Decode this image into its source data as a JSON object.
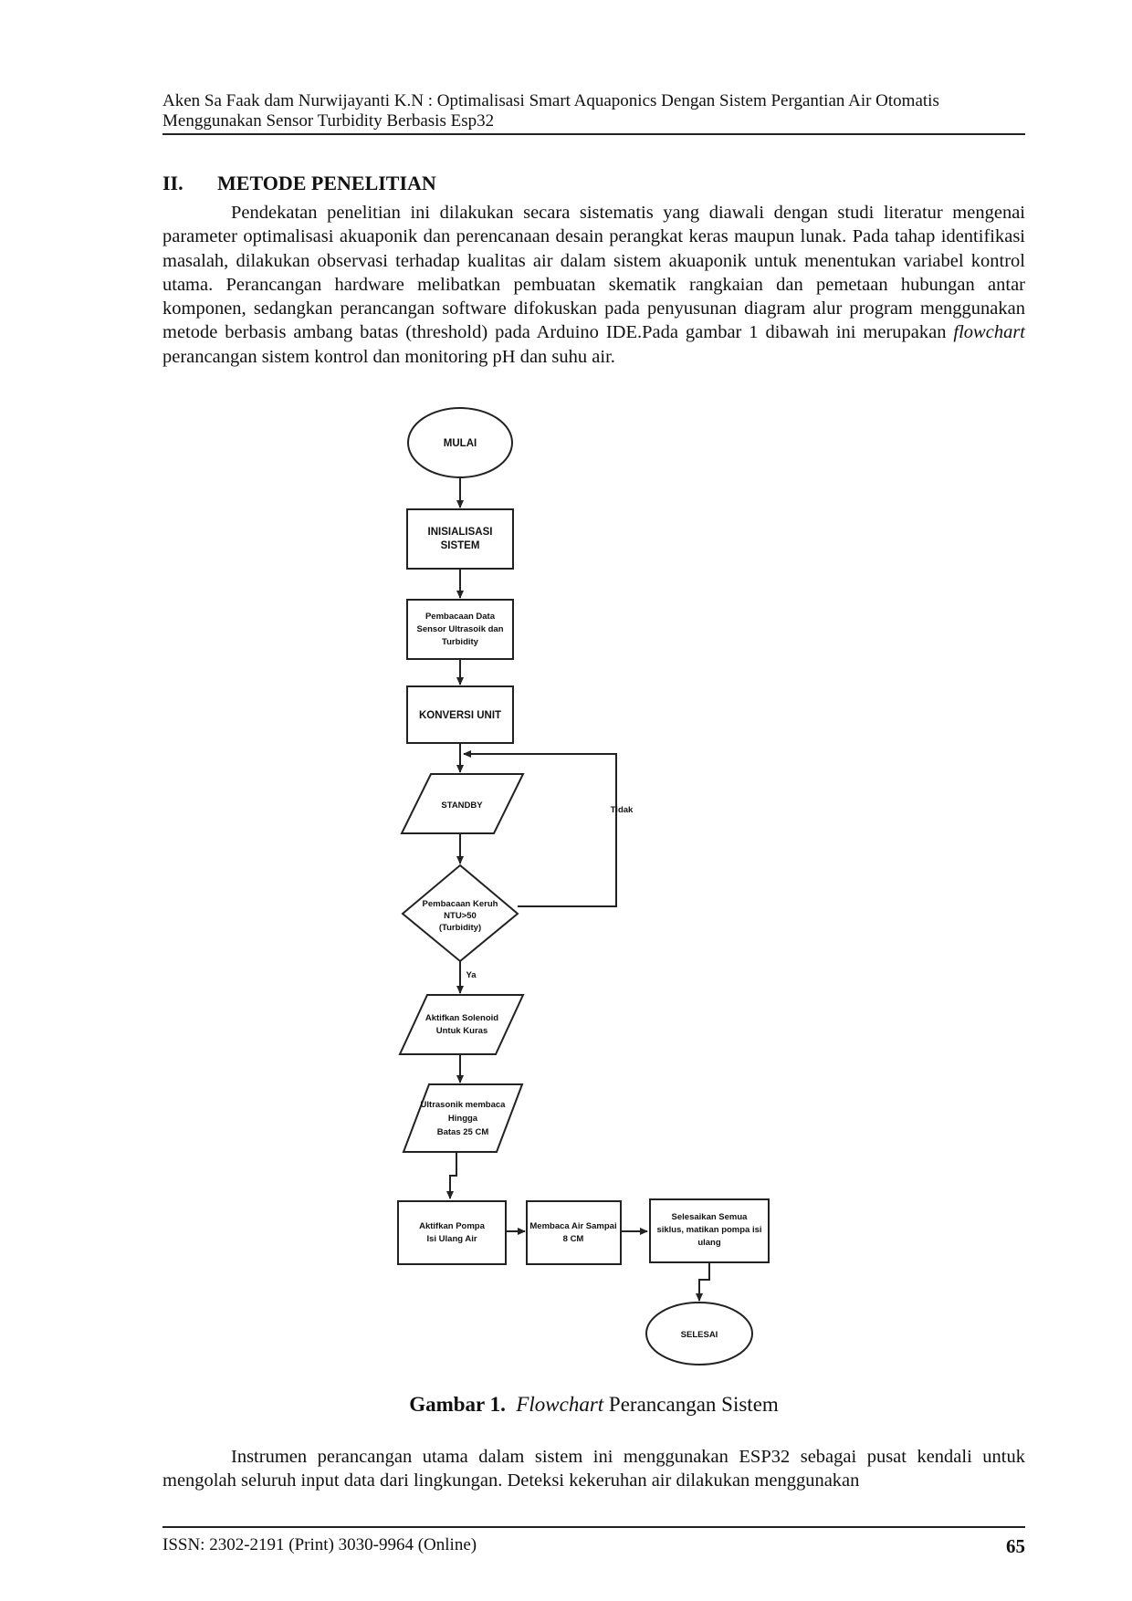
{
  "header": {
    "line1": "Aken Sa Faak dam Nurwijayanti K.N : Optimalisasi Smart Aquaponics Dengan Sistem Pergantian Air Otomatis",
    "line2": "Menggunakan Sensor Turbidity Berbasis Esp32"
  },
  "section": {
    "number": "II.",
    "title": "METODE PENELITIAN"
  },
  "paragraph1": {
    "before_italic": "Pendekatan penelitian ini dilakukan secara sistematis yang diawali dengan studi literatur mengenai parameter optimalisasi akuaponik dan perencanaan desain perangkat keras maupun lunak. Pada tahap identifikasi masalah, dilakukan observasi terhadap kualitas air dalam sistem akuaponik untuk menentukan variabel kontrol utama. Perancangan hardware melibatkan pembuatan skematik rangkaian dan pemetaan hubungan antar komponen, sedangkan perancangan software difokuskan pada penyusunan diagram alur program menggunakan metode berbasis ambang batas (threshold) pada Arduino IDE.Pada gambar 1 dibawah ini merupakan ",
    "italic": "flowchart",
    "after_italic": " perancangan sistem kontrol dan monitoring pH dan suhu air."
  },
  "flowchart": {
    "start": "MULAI",
    "init": [
      "INISIALISASI",
      "SISTEM"
    ],
    "read": [
      "Pembacaan Data",
      "Sensor Ultrasoik dan",
      "Turbidity"
    ],
    "convert": "KONVERSI UNIT",
    "standby": "STANDBY",
    "decision": [
      "Pembacaan Keruh",
      "NTU>50",
      "(Turbidity)"
    ],
    "no_label": "Tidak",
    "yes_label": "Ya",
    "solenoid": [
      "Aktifkan Solenoid",
      "Untuk Kuras"
    ],
    "ultrasonic": [
      "Ultrasonik membaca",
      "Hingga",
      "Batas 25 CM"
    ],
    "pump": [
      "Aktifkan Pompa",
      "Isi Ulang Air"
    ],
    "read_water": [
      "Membaca Air Sampai",
      "8 CM"
    ],
    "finish_cycle": [
      "Selesaikan Semua",
      "siklus, matikan pompa isi",
      "ulang"
    ],
    "end": "SELESAI"
  },
  "caption": {
    "label": "Gambar 1.",
    "italic": "Flowchart",
    "rest": " Perancangan Sistem"
  },
  "paragraph2": "Instrumen perancangan utama dalam sistem ini menggunakan ESP32 sebagai pusat kendali untuk mengolah seluruh input data dari lingkungan. Deteksi kekeruhan air dilakukan menggunakan",
  "footer": {
    "issn": "ISSN: 2302-2191 (Print) 3030-9964 (Online)",
    "page": "65"
  }
}
